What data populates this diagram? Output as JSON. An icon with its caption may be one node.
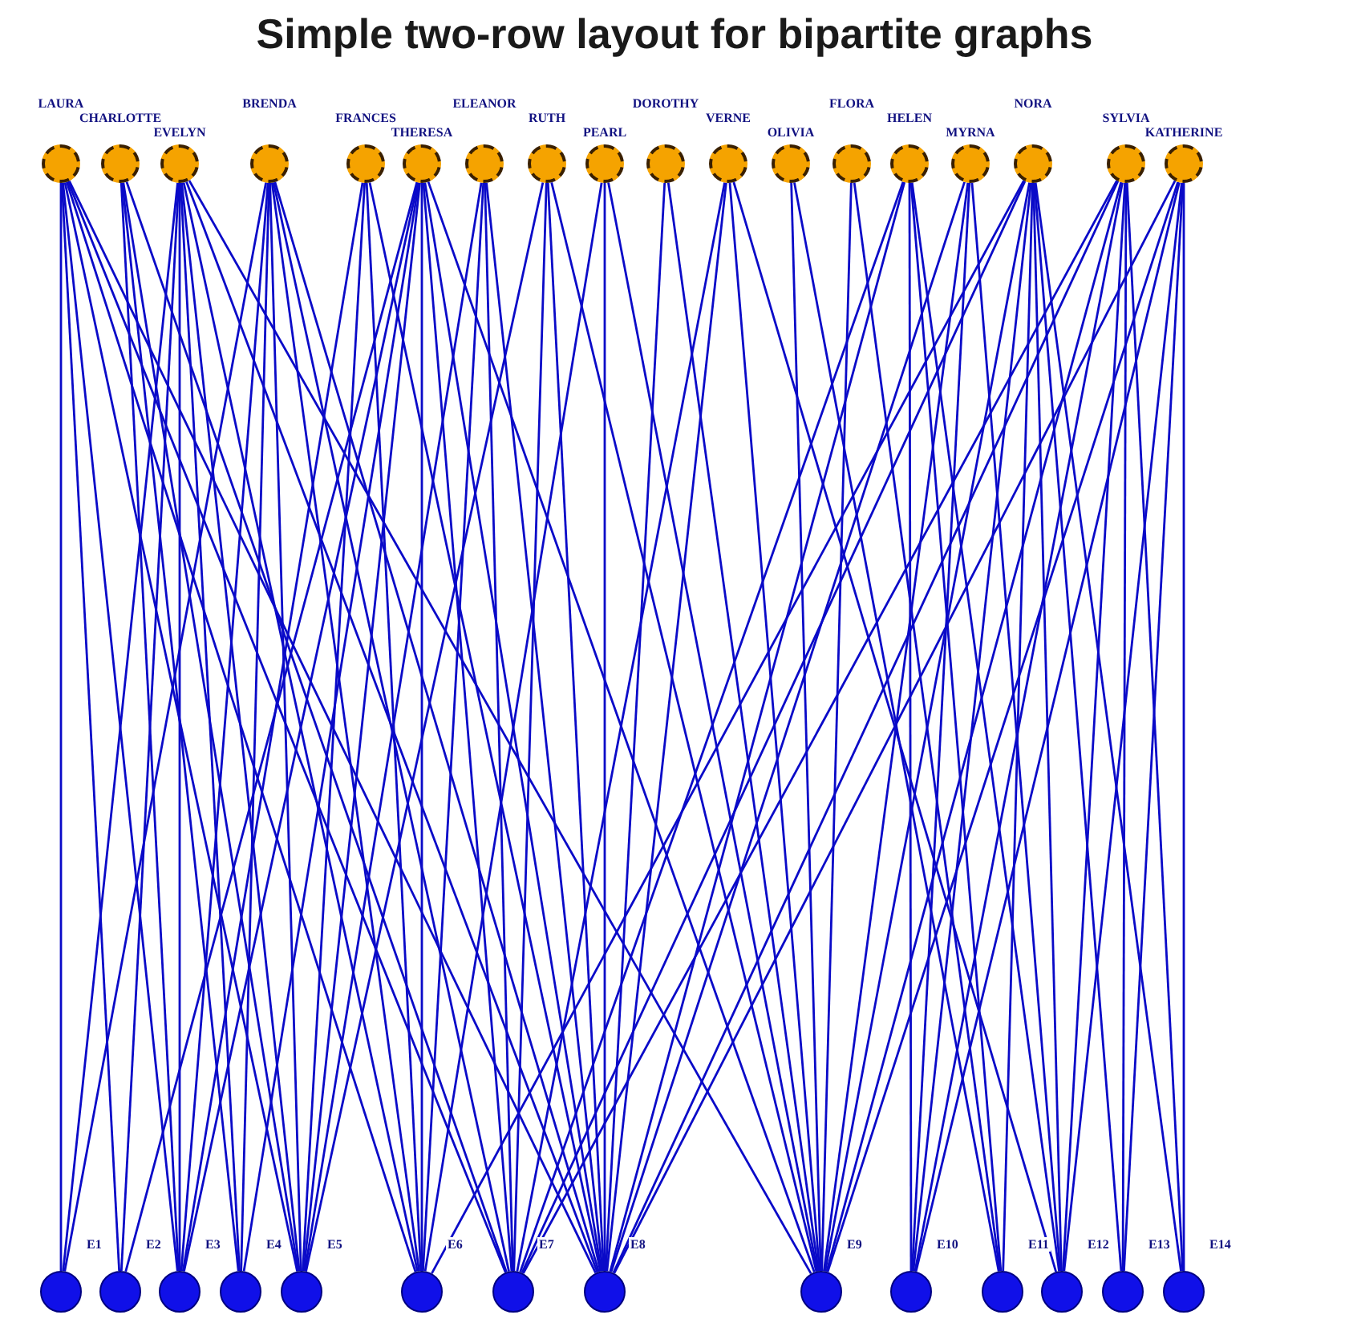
{
  "diagram": {
    "title": "Simple two-row layout for bipartite graphs",
    "nodes": [
      {
        "text": [],
        "shape": "circle",
        "beside": [
          "LAURA"
        ]
      },
      {
        "text": [],
        "shape": "circle",
        "beside": [
          "CHARLOTTE"
        ]
      },
      {
        "text": [],
        "shape": "circle",
        "beside": [
          "EVELYN"
        ]
      },
      {
        "text": [],
        "shape": "circle",
        "beside": [
          "BRENDA"
        ]
      },
      {
        "text": [],
        "shape": "circle",
        "beside": [
          "FRANCES"
        ]
      },
      {
        "text": [],
        "shape": "circle",
        "beside": [
          "THERESA"
        ]
      },
      {
        "text": [],
        "shape": "circle",
        "beside": [
          "ELEANOR"
        ]
      },
      {
        "text": [],
        "shape": "circle",
        "beside": [
          "RUTH"
        ]
      },
      {
        "text": [],
        "shape": "circle",
        "beside": [
          "PEARL"
        ]
      },
      {
        "text": [],
        "shape": "circle",
        "beside": [
          "DOROTHY"
        ]
      },
      {
        "text": [],
        "shape": "circle",
        "beside": [
          "VERNE"
        ]
      },
      {
        "text": [],
        "shape": "circle",
        "beside": [
          "OLIVIA"
        ]
      },
      {
        "text": [],
        "shape": "circle",
        "beside": [
          "FLORA"
        ]
      },
      {
        "text": [],
        "shape": "circle",
        "beside": [
          "HELEN"
        ]
      },
      {
        "text": [],
        "shape": "circle",
        "beside": [
          "MYRNA"
        ]
      },
      {
        "text": [],
        "shape": "circle",
        "beside": [
          "NORA"
        ]
      },
      {
        "text": [],
        "shape": "circle",
        "beside": [
          "SYLVIA"
        ]
      },
      {
        "text": [],
        "shape": "circle",
        "beside": [
          "KATHERINE"
        ]
      },
      {
        "text": [],
        "shape": "circle",
        "beside": [
          "E1"
        ]
      },
      {
        "text": [],
        "shape": "circle",
        "beside": [
          "E2"
        ]
      },
      {
        "text": [],
        "shape": "circle",
        "beside": [
          "E3"
        ]
      },
      {
        "text": [],
        "shape": "circle",
        "beside": [
          "E4"
        ]
      },
      {
        "text": [],
        "shape": "circle",
        "beside": [
          "E5"
        ]
      },
      {
        "text": [],
        "shape": "circle",
        "beside": [
          "E6"
        ]
      },
      {
        "text": [],
        "shape": "circle",
        "beside": [
          "E7"
        ]
      },
      {
        "text": [],
        "shape": "circle",
        "beside": [
          "E8"
        ]
      },
      {
        "text": [],
        "shape": "circle",
        "beside": [
          "E9"
        ]
      },
      {
        "text": [],
        "shape": "circle",
        "beside": [
          "E10"
        ]
      },
      {
        "text": [],
        "shape": "circle",
        "beside": [
          "E11"
        ]
      },
      {
        "text": [],
        "shape": "circle",
        "beside": [
          "E12"
        ]
      },
      {
        "text": [],
        "shape": "circle",
        "beside": [
          "E13"
        ]
      },
      {
        "text": [],
        "shape": "circle",
        "beside": [
          "E14"
        ]
      }
    ],
    "edges": [
      {
        "from": 0,
        "to": 18,
        "arrow": "none"
      },
      {
        "from": 0,
        "to": 19,
        "arrow": "none"
      },
      {
        "from": 0,
        "to": 20,
        "arrow": "none"
      },
      {
        "from": 0,
        "to": 22,
        "arrow": "none"
      },
      {
        "from": 0,
        "to": 23,
        "arrow": "none"
      },
      {
        "from": 0,
        "to": 24,
        "arrow": "none"
      },
      {
        "from": 0,
        "to": 25,
        "arrow": "none"
      },
      {
        "from": 1,
        "to": 20,
        "arrow": "none"
      },
      {
        "from": 1,
        "to": 21,
        "arrow": "none"
      },
      {
        "from": 1,
        "to": 22,
        "arrow": "none"
      },
      {
        "from": 1,
        "to": 24,
        "arrow": "none"
      },
      {
        "from": 2,
        "to": 18,
        "arrow": "none"
      },
      {
        "from": 2,
        "to": 19,
        "arrow": "none"
      },
      {
        "from": 2,
        "to": 20,
        "arrow": "none"
      },
      {
        "from": 2,
        "to": 21,
        "arrow": "none"
      },
      {
        "from": 2,
        "to": 22,
        "arrow": "none"
      },
      {
        "from": 2,
        "to": 23,
        "arrow": "none"
      },
      {
        "from": 2,
        "to": 25,
        "arrow": "none"
      },
      {
        "from": 2,
        "to": 26,
        "arrow": "none"
      },
      {
        "from": 3,
        "to": 18,
        "arrow": "none"
      },
      {
        "from": 3,
        "to": 20,
        "arrow": "none"
      },
      {
        "from": 3,
        "to": 21,
        "arrow": "none"
      },
      {
        "from": 3,
        "to": 22,
        "arrow": "none"
      },
      {
        "from": 3,
        "to": 23,
        "arrow": "none"
      },
      {
        "from": 3,
        "to": 24,
        "arrow": "none"
      },
      {
        "from": 3,
        "to": 25,
        "arrow": "none"
      },
      {
        "from": 4,
        "to": 20,
        "arrow": "none"
      },
      {
        "from": 4,
        "to": 22,
        "arrow": "none"
      },
      {
        "from": 4,
        "to": 23,
        "arrow": "none"
      },
      {
        "from": 4,
        "to": 25,
        "arrow": "none"
      },
      {
        "from": 5,
        "to": 19,
        "arrow": "none"
      },
      {
        "from": 5,
        "to": 20,
        "arrow": "none"
      },
      {
        "from": 5,
        "to": 21,
        "arrow": "none"
      },
      {
        "from": 5,
        "to": 22,
        "arrow": "none"
      },
      {
        "from": 5,
        "to": 23,
        "arrow": "none"
      },
      {
        "from": 5,
        "to": 24,
        "arrow": "none"
      },
      {
        "from": 5,
        "to": 25,
        "arrow": "none"
      },
      {
        "from": 5,
        "to": 26,
        "arrow": "none"
      },
      {
        "from": 6,
        "to": 22,
        "arrow": "none"
      },
      {
        "from": 6,
        "to": 23,
        "arrow": "none"
      },
      {
        "from": 6,
        "to": 24,
        "arrow": "none"
      },
      {
        "from": 6,
        "to": 25,
        "arrow": "none"
      },
      {
        "from": 7,
        "to": 22,
        "arrow": "none"
      },
      {
        "from": 7,
        "to": 24,
        "arrow": "none"
      },
      {
        "from": 7,
        "to": 25,
        "arrow": "none"
      },
      {
        "from": 7,
        "to": 26,
        "arrow": "none"
      },
      {
        "from": 8,
        "to": 23,
        "arrow": "none"
      },
      {
        "from": 8,
        "to": 25,
        "arrow": "none"
      },
      {
        "from": 8,
        "to": 26,
        "arrow": "none"
      },
      {
        "from": 9,
        "to": 25,
        "arrow": "none"
      },
      {
        "from": 9,
        "to": 26,
        "arrow": "none"
      },
      {
        "from": 10,
        "to": 24,
        "arrow": "none"
      },
      {
        "from": 10,
        "to": 25,
        "arrow": "none"
      },
      {
        "from": 10,
        "to": 26,
        "arrow": "none"
      },
      {
        "from": 10,
        "to": 29,
        "arrow": "none"
      },
      {
        "from": 11,
        "to": 26,
        "arrow": "none"
      },
      {
        "from": 11,
        "to": 28,
        "arrow": "none"
      },
      {
        "from": 12,
        "to": 26,
        "arrow": "none"
      },
      {
        "from": 12,
        "to": 28,
        "arrow": "none"
      },
      {
        "from": 13,
        "to": 24,
        "arrow": "none"
      },
      {
        "from": 13,
        "to": 25,
        "arrow": "none"
      },
      {
        "from": 13,
        "to": 27,
        "arrow": "none"
      },
      {
        "from": 13,
        "to": 28,
        "arrow": "none"
      },
      {
        "from": 13,
        "to": 29,
        "arrow": "none"
      },
      {
        "from": 14,
        "to": 25,
        "arrow": "none"
      },
      {
        "from": 14,
        "to": 26,
        "arrow": "none"
      },
      {
        "from": 14,
        "to": 27,
        "arrow": "none"
      },
      {
        "from": 14,
        "to": 29,
        "arrow": "none"
      },
      {
        "from": 15,
        "to": 23,
        "arrow": "none"
      },
      {
        "from": 15,
        "to": 24,
        "arrow": "none"
      },
      {
        "from": 15,
        "to": 26,
        "arrow": "none"
      },
      {
        "from": 15,
        "to": 27,
        "arrow": "none"
      },
      {
        "from": 15,
        "to": 28,
        "arrow": "none"
      },
      {
        "from": 15,
        "to": 29,
        "arrow": "none"
      },
      {
        "from": 15,
        "to": 30,
        "arrow": "none"
      },
      {
        "from": 15,
        "to": 31,
        "arrow": "none"
      },
      {
        "from": 16,
        "to": 24,
        "arrow": "none"
      },
      {
        "from": 16,
        "to": 25,
        "arrow": "none"
      },
      {
        "from": 16,
        "to": 26,
        "arrow": "none"
      },
      {
        "from": 16,
        "to": 27,
        "arrow": "none"
      },
      {
        "from": 16,
        "to": 29,
        "arrow": "none"
      },
      {
        "from": 16,
        "to": 30,
        "arrow": "none"
      },
      {
        "from": 16,
        "to": 31,
        "arrow": "none"
      },
      {
        "from": 17,
        "to": 25,
        "arrow": "none"
      },
      {
        "from": 17,
        "to": 26,
        "arrow": "none"
      },
      {
        "from": 17,
        "to": 27,
        "arrow": "none"
      },
      {
        "from": 17,
        "to": 29,
        "arrow": "none"
      },
      {
        "from": 17,
        "to": 30,
        "arrow": "none"
      },
      {
        "from": 17,
        "to": 31,
        "arrow": "none"
      }
    ]
  }
}
